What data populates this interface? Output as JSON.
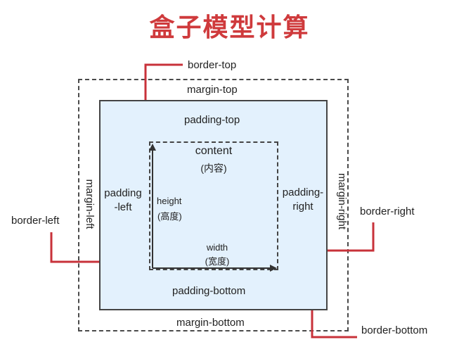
{
  "title": "盒子模型计算",
  "colors": {
    "title": "#cf3a3c",
    "callout": "#c8323a",
    "content_fill": "#e3f1fd"
  },
  "labels": {
    "border_top": "border-top",
    "margin_top": "margin-top",
    "padding_top": "padding-top",
    "content": "content",
    "content_cn": "(内容)",
    "padding_left_1": "padding",
    "padding_left_2": "-left",
    "padding_right_1": "padding-",
    "padding_right_2": "right",
    "height": "height",
    "height_cn": "(高度)",
    "width": "width",
    "width_cn": "(宽度)",
    "margin_left": "margin-left",
    "margin_right": "margin-right",
    "border_left": "border-left",
    "border_right": "border-right",
    "padding_bottom": "padding-bottom",
    "margin_bottom": "margin-bottom",
    "border_bottom": "border-bottom"
  }
}
